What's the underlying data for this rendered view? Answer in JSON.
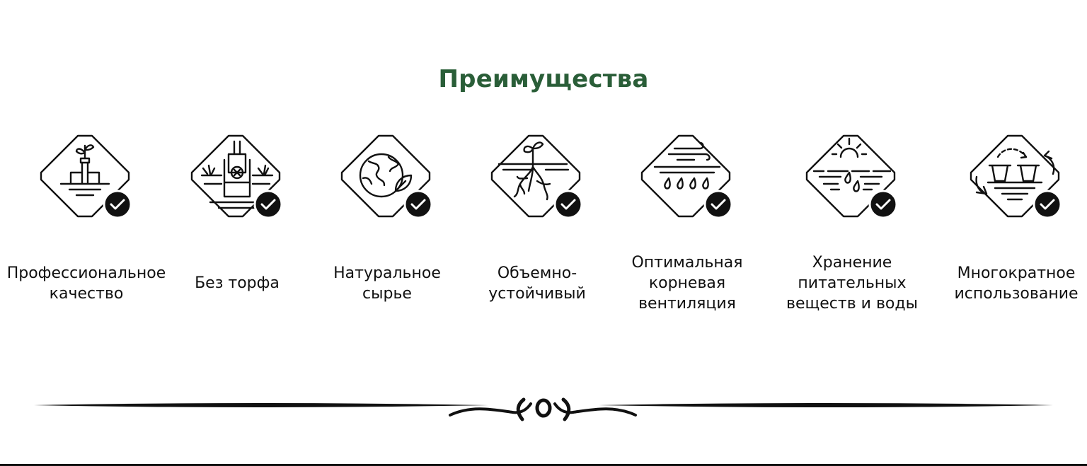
{
  "section": {
    "title": "Преимущества"
  },
  "features": [
    {
      "icon": "plant-in-pot-icon",
      "lines": [
        "Профессиональное",
        "качество"
      ]
    },
    {
      "icon": "no-peat-icon",
      "lines": [
        "Без торфа"
      ]
    },
    {
      "icon": "globe-leaf-icon",
      "lines": [
        "Натуральное",
        "сырье"
      ]
    },
    {
      "icon": "roots-icon",
      "lines": [
        "Объемно-",
        "устойчивый"
      ]
    },
    {
      "icon": "wind-drops-icon",
      "lines": [
        "Оптимальная",
        "корневая",
        "вентиляция"
      ]
    },
    {
      "icon": "sun-water-icon",
      "lines": [
        "Хранение",
        "питательных",
        "веществ и воды"
      ]
    },
    {
      "icon": "reuse-pots-icon",
      "lines": [
        "Многократное",
        "использование"
      ]
    }
  ],
  "badge_icon": "check-badge-icon",
  "colors": {
    "title": "#2a5e38",
    "ink": "#111111",
    "background": "#ffffff"
  }
}
